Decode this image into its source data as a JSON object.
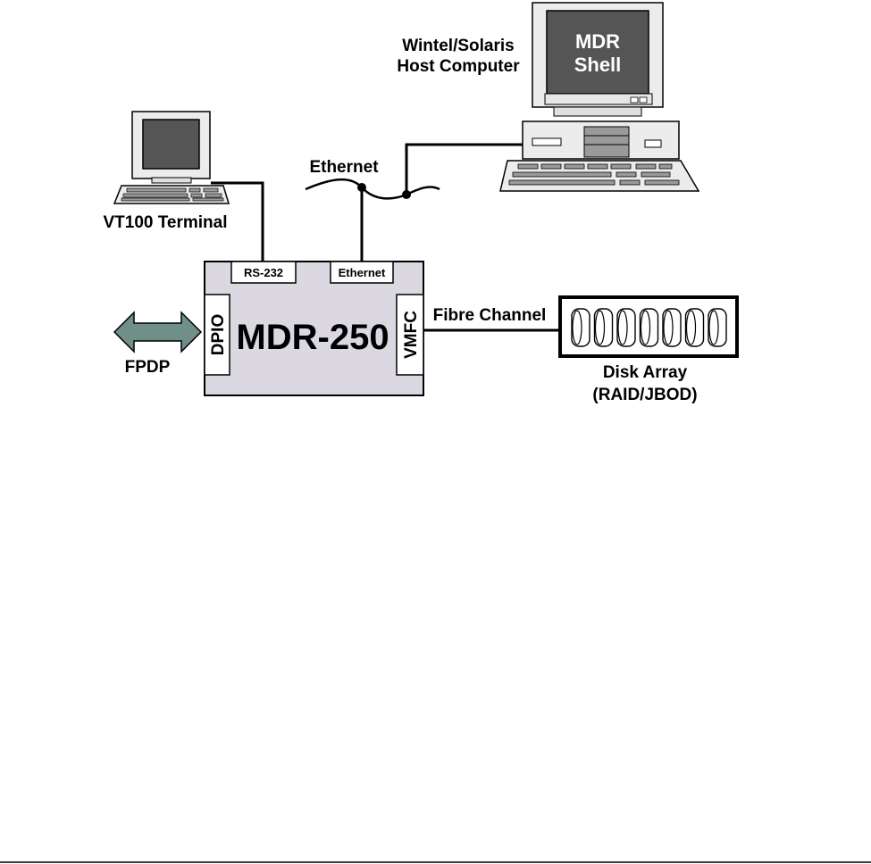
{
  "host": {
    "label_line1": "Wintel/Solaris",
    "label_line2": "Host Computer",
    "screen_line1": "MDR",
    "screen_line2": "Shell"
  },
  "terminal": {
    "label": "VT100 Terminal"
  },
  "network": {
    "ethernet_label": "Ethernet"
  },
  "device": {
    "name": "MDR-250",
    "ports": {
      "rs232": "RS-232",
      "ethernet": "Ethernet",
      "dpio": "DPIO",
      "vmfc": "VMFC"
    }
  },
  "fpdp": {
    "label": "FPDP"
  },
  "fibre": {
    "label": "Fibre Channel"
  },
  "disk_array": {
    "label_line1": "Disk Array",
    "label_line2": "(RAID/JBOD)",
    "disk_count": 7
  },
  "colors": {
    "device_fill": "#dcd8e2",
    "arrow_fill": "#6f8f88",
    "monitor_body": "#ececec",
    "screen": "#555555"
  }
}
